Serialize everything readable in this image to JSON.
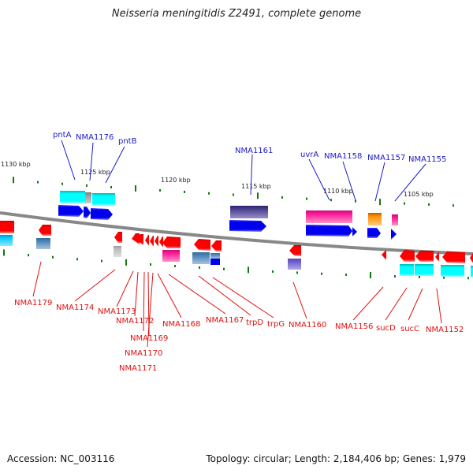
{
  "title": "Neisseria meningitidis Z2491, complete genome",
  "footer": {
    "accession": "Accession: NC_003116",
    "summary": "Topology: circular; Length: 2,184,406 bp; Genes: 1,979"
  },
  "colors": {
    "forward_label": "#1a1acc",
    "reverse_label": "#e01010",
    "forward_cds": "#0000ee",
    "reverse_cds": "#ff0000",
    "tick": "#117711",
    "backbone": "#888888"
  },
  "scale_ticks": [
    {
      "label": "1130 kbp"
    },
    {
      "label": "1125 kbp"
    },
    {
      "label": "1120 kbp"
    },
    {
      "label": "1115 kbp"
    },
    {
      "label": "1110 kbp"
    },
    {
      "label": "1105 kbp"
    }
  ],
  "forward_labels": [
    {
      "name": "pntA"
    },
    {
      "name": "NMA1176"
    },
    {
      "name": "pntB"
    },
    {
      "name": "NMA1161"
    },
    {
      "name": "uvrA"
    },
    {
      "name": "NMA1158"
    },
    {
      "name": "NMA1157"
    },
    {
      "name": "NMA1155"
    }
  ],
  "reverse_labels": [
    {
      "name": "NMA1179"
    },
    {
      "name": "NMA1174"
    },
    {
      "name": "NMA1173"
    },
    {
      "name": "NMA1172"
    },
    {
      "name": "NMA1169"
    },
    {
      "name": "NMA1170"
    },
    {
      "name": "NMA1171"
    },
    {
      "name": "NMA1168"
    },
    {
      "name": "NMA1167"
    },
    {
      "name": "trpD"
    },
    {
      "name": "trpG"
    },
    {
      "name": "NMA1160"
    },
    {
      "name": "NMA1156"
    },
    {
      "name": "sucD"
    },
    {
      "name": "sucC"
    },
    {
      "name": "NMA1152"
    }
  ]
}
